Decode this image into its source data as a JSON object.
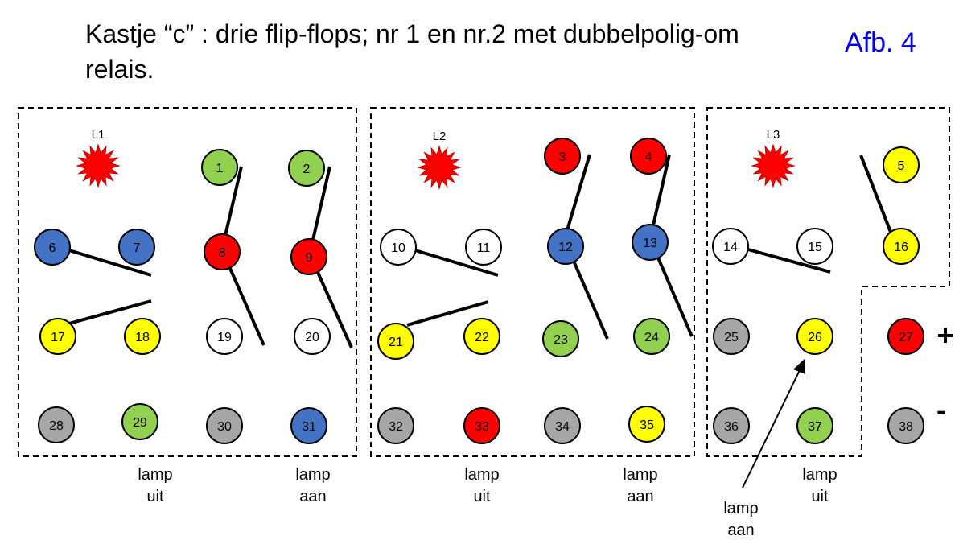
{
  "title_line1": "Kastje “c” : drie flip-flops; nr 1 en nr.2 met dubbelpolig-om",
  "title_line2": "relais.",
  "figure_label": "Afb. 4",
  "colors": {
    "green": "#92d050",
    "red": "#ff0000",
    "blue": "#4472c4",
    "yellow": "#ffff00",
    "white": "#ffffff",
    "grey": "#a6a6a6",
    "figure_label": "#0000ee"
  },
  "lamps": [
    {
      "label": "L1"
    },
    {
      "label": "L2"
    },
    {
      "label": "L3"
    }
  ],
  "terminals": [
    {
      "n": "1",
      "color": "green"
    },
    {
      "n": "2",
      "color": "green"
    },
    {
      "n": "3",
      "color": "red"
    },
    {
      "n": "4",
      "color": "red"
    },
    {
      "n": "5",
      "color": "yellow"
    },
    {
      "n": "6",
      "color": "blue"
    },
    {
      "n": "7",
      "color": "blue"
    },
    {
      "n": "8",
      "color": "red"
    },
    {
      "n": "9",
      "color": "red"
    },
    {
      "n": "10",
      "color": "white"
    },
    {
      "n": "11",
      "color": "white"
    },
    {
      "n": "12",
      "color": "blue"
    },
    {
      "n": "13",
      "color": "blue"
    },
    {
      "n": "14",
      "color": "white"
    },
    {
      "n": "15",
      "color": "white"
    },
    {
      "n": "16",
      "color": "yellow"
    },
    {
      "n": "17",
      "color": "yellow"
    },
    {
      "n": "18",
      "color": "yellow"
    },
    {
      "n": "19",
      "color": "white"
    },
    {
      "n": "20",
      "color": "white"
    },
    {
      "n": "21",
      "color": "yellow"
    },
    {
      "n": "22",
      "color": "yellow"
    },
    {
      "n": "23",
      "color": "green"
    },
    {
      "n": "24",
      "color": "green"
    },
    {
      "n": "25",
      "color": "grey"
    },
    {
      "n": "26",
      "color": "yellow"
    },
    {
      "n": "27",
      "color": "red"
    },
    {
      "n": "28",
      "color": "grey"
    },
    {
      "n": "29",
      "color": "green"
    },
    {
      "n": "30",
      "color": "grey"
    },
    {
      "n": "31",
      "color": "blue"
    },
    {
      "n": "32",
      "color": "grey"
    },
    {
      "n": "33",
      "color": "red"
    },
    {
      "n": "34",
      "color": "grey"
    },
    {
      "n": "35",
      "color": "yellow"
    },
    {
      "n": "36",
      "color": "grey"
    },
    {
      "n": "37",
      "color": "green"
    },
    {
      "n": "38",
      "color": "grey"
    }
  ],
  "polarity": {
    "plus": "+",
    "minus": "-"
  },
  "captions": [
    {
      "line1": "lamp",
      "line2": "uit"
    },
    {
      "line1": "lamp",
      "line2": "aan"
    },
    {
      "line1": "lamp",
      "line2": "uit"
    },
    {
      "line1": "lamp",
      "line2": "aan"
    },
    {
      "line1": "lamp",
      "line2": "aan"
    },
    {
      "line1": "lamp",
      "line2": "uit"
    }
  ]
}
